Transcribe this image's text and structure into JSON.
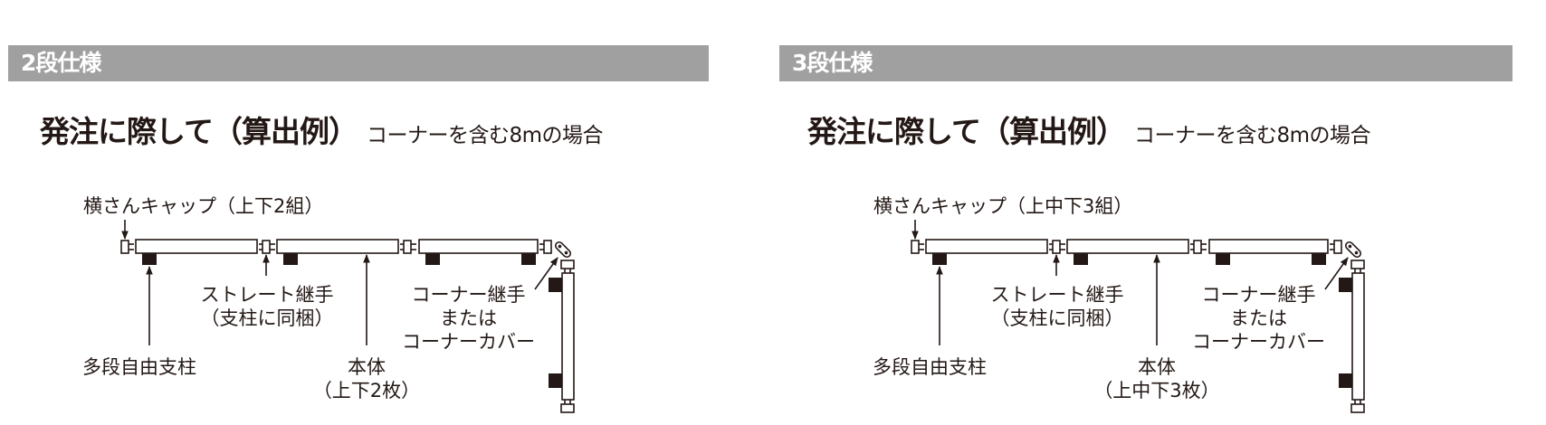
{
  "panels": [
    {
      "id": "two-tier",
      "section_title": "2段仕様",
      "heading": "発注に際して（算出例）",
      "subheading": "コーナーを含む8mの場合",
      "labels": {
        "cap": "横さんキャップ（上下2組）",
        "straight_joint_line1": "ストレート継手",
        "straight_joint_line2": "（支柱に同梱）",
        "post": "多段自由支柱",
        "body_line1": "本体",
        "body_line2": "（上下2枚）",
        "corner_line1": "コーナー継手",
        "corner_line2": "または",
        "corner_line3": "コーナーカバー"
      }
    },
    {
      "id": "three-tier",
      "section_title": "3段仕様",
      "heading": "発注に際して（算出例）",
      "subheading": "コーナーを含む8mの場合",
      "labels": {
        "cap": "横さんキャップ（上中下3組）",
        "straight_joint_line1": "ストレート継手",
        "straight_joint_line2": "（支柱に同梱）",
        "post": "多段自由支柱",
        "body_line1": "本体",
        "body_line2": "（上中下3枚）",
        "corner_line1": "コーナー継手",
        "corner_line2": "または",
        "corner_line3": "コーナーカバー"
      }
    }
  ],
  "colors": {
    "section_bar": "#a0a0a0",
    "ink": "#231815",
    "background": "#ffffff"
  }
}
